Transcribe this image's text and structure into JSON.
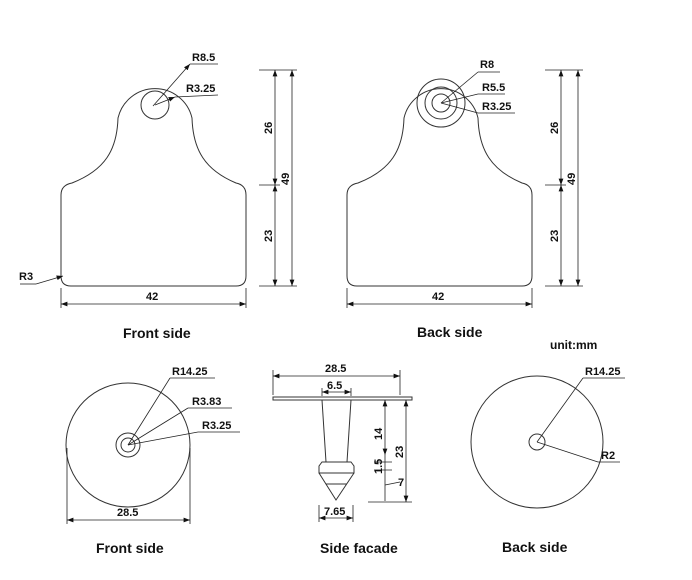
{
  "unit": "unit:mm",
  "front_tag": {
    "caption": "Front side",
    "r_outer": "R8.5",
    "r_hole": "R3.25",
    "r_corner": "R3",
    "width": "42",
    "upper_height": "26",
    "lower_height": "23",
    "total_height": "49"
  },
  "back_tag": {
    "caption": "Back side",
    "r_outer": "R8",
    "r_mid": "R5.5",
    "r_hole": "R3.25",
    "width": "42",
    "upper_height": "26",
    "lower_height": "23",
    "total_height": "49"
  },
  "front_disc": {
    "caption": "Front side",
    "r_outer": "R14.25",
    "r_mid": "R3.83",
    "r_hole": "R3.25",
    "diameter": "28.5"
  },
  "side": {
    "caption": "Side facade",
    "plate_width": "28.5",
    "shaft_width": "6.5",
    "shaft_length": "14",
    "step": "1.5",
    "tip_length": "7",
    "total_height": "23",
    "head_width": "7.65"
  },
  "back_disc": {
    "caption": "Back side",
    "r_outer": "R14.25",
    "r_hole": "R2"
  }
}
